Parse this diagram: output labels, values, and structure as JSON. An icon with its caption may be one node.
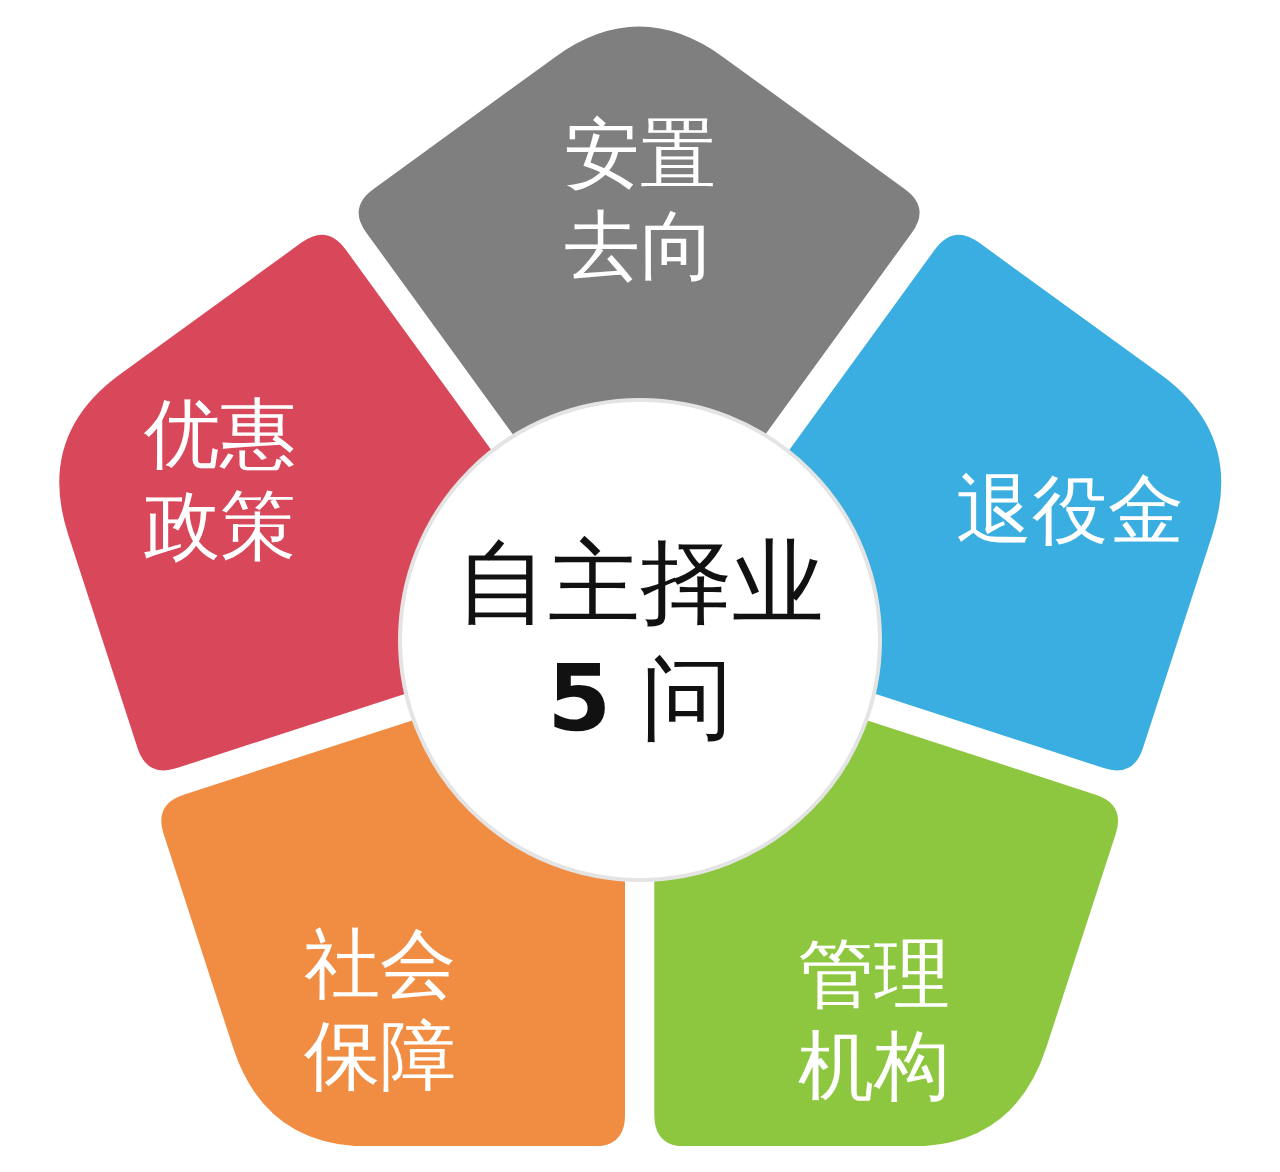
{
  "diagram": {
    "nodes": [
      {
        "text": [
          "自主择业",
          "**5** 问"
        ]
      },
      {
        "text": [
          "安置去向"
        ]
      },
      {
        "text": [
          "退役金"
        ]
      },
      {
        "text": [
          "管理机构"
        ]
      },
      {
        "text": [
          "社会保障"
        ]
      },
      {
        "text": [
          "优惠政策"
        ]
      }
    ]
  }
}
